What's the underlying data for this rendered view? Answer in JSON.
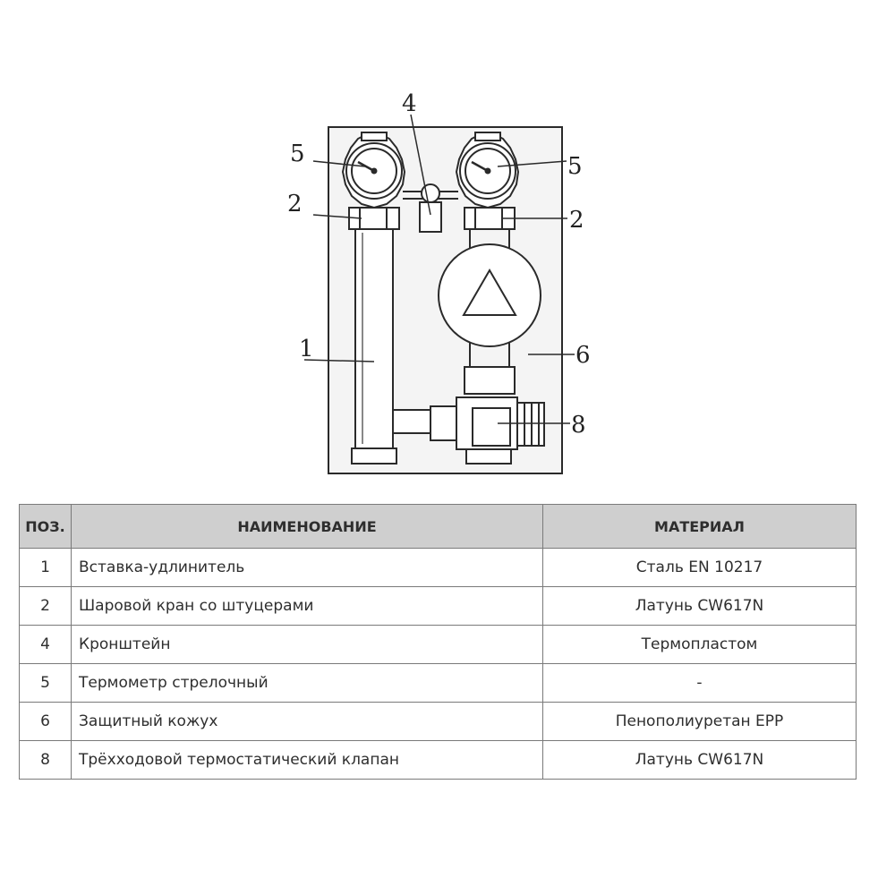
{
  "diagram": {
    "callouts": {
      "bracket": "4",
      "thermometer_left": "5",
      "thermometer_right": "5",
      "ball_valve_left": "2",
      "ball_valve_right": "2",
      "extension_pipe": "1",
      "insulation_shell": "6",
      "three_way_valve": "8"
    }
  },
  "table": {
    "headers": {
      "pos": "ПОЗ.",
      "name": "НАИМЕНОВАНИЕ",
      "material": "МАТЕРИАЛ"
    },
    "rows": [
      {
        "pos": "1",
        "name": "Вставка-удлинитель",
        "material": "Сталь EN 10217"
      },
      {
        "pos": "2",
        "name": "Шаровой кран со штуцерами",
        "material": "Латунь CW617N"
      },
      {
        "pos": "4",
        "name": "Кронштейн",
        "material": "Термопластом"
      },
      {
        "pos": "5",
        "name": "Термометр стрелочный",
        "material": "-"
      },
      {
        "pos": "6",
        "name": "Защитный кожух",
        "material": "Пенополиуретан EPP"
      },
      {
        "pos": "8",
        "name": "Трёхходовой термостатический клапан",
        "material": "Латунь CW617N"
      }
    ]
  }
}
